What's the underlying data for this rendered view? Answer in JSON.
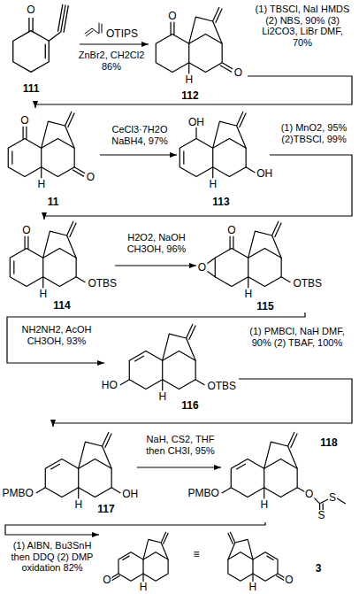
{
  "diagram": {
    "nodes": [
      {
        "text": [
          "111"
        ]
      },
      {
        "text": [
          "112"
        ]
      },
      {
        "text": [
          "11"
        ]
      },
      {
        "text": [
          "113"
        ]
      },
      {
        "text": [
          "114"
        ]
      },
      {
        "text": [
          "115"
        ]
      },
      {
        "text": [
          "116"
        ]
      },
      {
        "text": [
          "117"
        ]
      },
      {
        "text": [
          "118"
        ]
      },
      {
        "text": [
          "3"
        ]
      }
    ],
    "edges": [
      {
        "from": 0,
        "to": 1,
        "arrow": "to",
        "label": "ZnBr2, CH2Cl2 86%"
      },
      {
        "from": 1,
        "to": 2,
        "arrow": "to",
        "label": "(1) TBSCl, NaI HMDS (2) NBS, 90% (3) Li2CO3, LiBr DMF, 70%"
      },
      {
        "from": 2,
        "to": 3,
        "arrow": "to",
        "label": "CeCl3·7H2O NaBH4, 97%"
      },
      {
        "from": 3,
        "to": 4,
        "arrow": "to",
        "label": "(1) MnO2, 95% (2)TBSCl, 99%"
      },
      {
        "from": 4,
        "to": 5,
        "arrow": "to",
        "label": "H2O2, NaOH CH3OH, 96%"
      },
      {
        "from": 5,
        "to": 6,
        "arrow": "to",
        "label": "NH2NH2, AcOH CH3OH, 93%"
      },
      {
        "from": 6,
        "to": 7,
        "arrow": "to",
        "label": "(1) PMBCl, NaH DMF, 90% (2) TBAF, 100%"
      },
      {
        "from": 7,
        "to": 8,
        "arrow": "to",
        "label": "NaH, CS2, THF then CH3I, 95%"
      },
      {
        "from": 8,
        "to": 9,
        "arrow": "to",
        "label": "(1) AIBN, Bu3SnH then DDQ (2) DMP oxidation 82%"
      }
    ],
    "labels": [
      "O",
      "OTIPS",
      "O",
      "O",
      "H",
      "O",
      "O",
      "H",
      "OH",
      "OH",
      "H",
      "O",
      "H",
      "OTBS",
      "O",
      "O",
      "H",
      "OTBS",
      "HO",
      "H",
      "OTBS",
      "PMBO",
      "H",
      "OH",
      "PMBO",
      "H",
      "O",
      "S",
      "S",
      "O",
      "H",
      "≡",
      "H",
      "O"
    ]
  }
}
